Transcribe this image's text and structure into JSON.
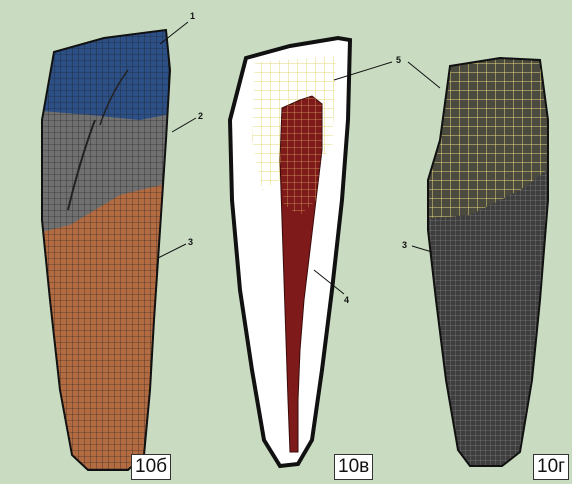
{
  "colors": {
    "background": "#c9dcc2",
    "enamel_blue": "#2c4f86",
    "crown_gray": "#707070",
    "root_copper": "#b36b42",
    "pulp_red": "#7e1a1a",
    "mesh_yellow": "#e6d77a",
    "dark_mesh": "#3e3e3e",
    "section_white": "#ffffff"
  },
  "panels": [
    {
      "label": "10б",
      "icon": "tooth-3d-mesh"
    },
    {
      "label": "10в",
      "icon": "tooth-section-with-pulp"
    },
    {
      "label": "10г",
      "icon": "tooth-3d-dark-mesh"
    }
  ],
  "callouts": [
    "1",
    "2",
    "3",
    "4",
    "5",
    "3"
  ]
}
